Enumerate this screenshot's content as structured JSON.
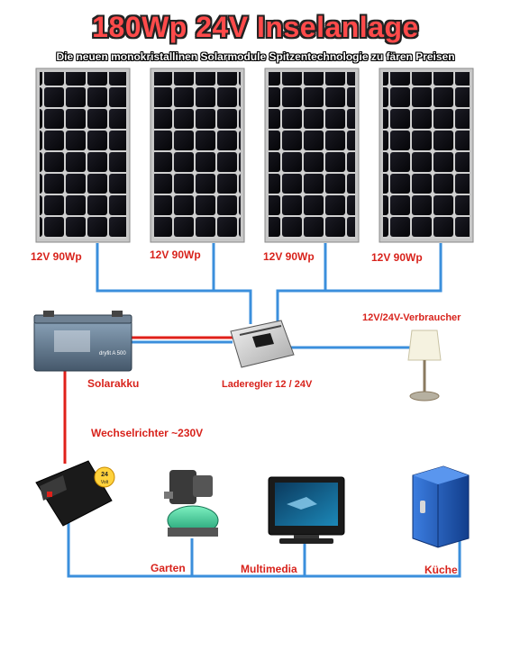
{
  "title": "180Wp 24V Inselanlage",
  "subtitle": "Die neuen monokristallinen Solarmodule Spitzentechnologie zu fären Preisen",
  "panels": [
    {
      "label": "12V 90Wp"
    },
    {
      "label": "12V 90Wp"
    },
    {
      "label": "12V 90Wp"
    },
    {
      "label": "12V 90Wp"
    }
  ],
  "battery": {
    "label": "Solarakku",
    "brand_text": "dryfit A 500"
  },
  "charge_controller": {
    "label": "Laderegler 12 / 24V"
  },
  "dc_load": {
    "label": "12V/24V-Verbraucher"
  },
  "inverter": {
    "label": "Wechselrichter ~230V",
    "badge_top": "24",
    "badge_bottom": "Volt"
  },
  "ac_loads": [
    {
      "label": "Garten"
    },
    {
      "label": "Multimedia"
    },
    {
      "label": "Küche"
    }
  ],
  "colors": {
    "wire_blue": "#3b8fdc",
    "wire_red": "#e0201a",
    "label_red": "#d8231c",
    "panel_cell": "#0c0c12",
    "panel_frame": "#b9b9b9",
    "fridge_blue": "#1f5fc8"
  }
}
